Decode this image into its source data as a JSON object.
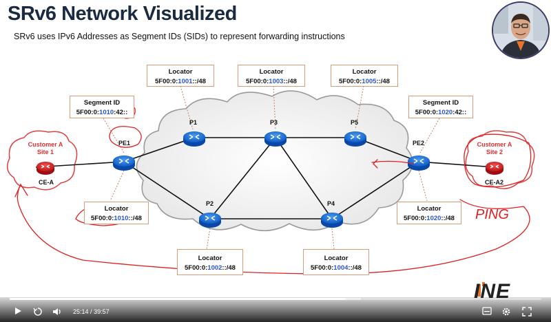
{
  "slide": {
    "title": "SRv6 Network Visualized",
    "subtitle": "SRv6 uses IPv6 Addresses as Segment IDs (SIDs) to represent forwarding instructions"
  },
  "colors": {
    "title": "#1a2a40",
    "sid_highlight": "#2a55d0",
    "customer": "#e03030",
    "router": "#1565d8",
    "annotation": "#e02020"
  },
  "boxes": {
    "locator_p1": {
      "head": "Locator",
      "pre": "5F00:0:",
      "hl": "1001",
      "post": "::/48"
    },
    "locator_p3": {
      "head": "Locator",
      "pre": "5F00:0:",
      "hl": "1003",
      "post": "::/48"
    },
    "locator_p5": {
      "head": "Locator",
      "pre": "5F00:0:",
      "hl": "1005",
      "post": "::/48"
    },
    "segid_pe1": {
      "head": "Segment ID",
      "pre": "5F00:0:",
      "hl": "1010",
      "post": ":42::"
    },
    "segid_pe2": {
      "head": "Segment ID",
      "pre": "5F00:0:",
      "hl": "1020",
      "post": ":42::"
    },
    "locator_pe1": {
      "head": "Locator",
      "pre": "5F00:0:",
      "hl": "1010",
      "post": "::/48"
    },
    "locator_pe2": {
      "head": "Locator",
      "pre": "5F00:0:",
      "hl": "1020",
      "post": "::/48"
    },
    "locator_p2": {
      "head": "Locator",
      "pre": "5F00:0:",
      "hl": "1002",
      "post": "::/48"
    },
    "locator_p4": {
      "head": "Locator",
      "pre": "5F00:0:",
      "hl": "1004",
      "post": "::/48"
    }
  },
  "routers": {
    "p1": "P1",
    "p3": "P3",
    "p5": "P5",
    "pe1": "PE1",
    "pe2": "PE2",
    "p2": "P2",
    "p4": "P4",
    "cea": "CE-A",
    "cea2": "CE-A2"
  },
  "customers": {
    "site1_line1": "Customer A",
    "site1_line2": "Site 1",
    "site2_line1": "Customer A",
    "site2_line2": "Site 2"
  },
  "annotation": {
    "ping": "PING"
  },
  "brand": {
    "logo": "INE"
  },
  "player": {
    "current_time": "25:14",
    "separator": "/",
    "duration": "39:57",
    "progress": 0.631,
    "loaded": 0.66,
    "icons": [
      "play-icon",
      "rewind-10-icon",
      "volume-icon",
      "settings-icon",
      "fullscreen-icon"
    ]
  }
}
